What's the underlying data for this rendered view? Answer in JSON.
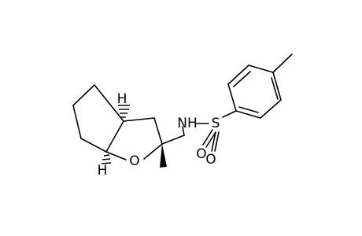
{
  "figure": {
    "type": "chemical-structure",
    "atom_labels": {
      "nitrogen_hydrogen": "NH",
      "sulfur": "S",
      "oxygen_upper": "O",
      "oxygen_lower": "O",
      "ring_oxygen": "O",
      "hydrogen_top": "H",
      "hydrogen_bottom": "H"
    }
  }
}
